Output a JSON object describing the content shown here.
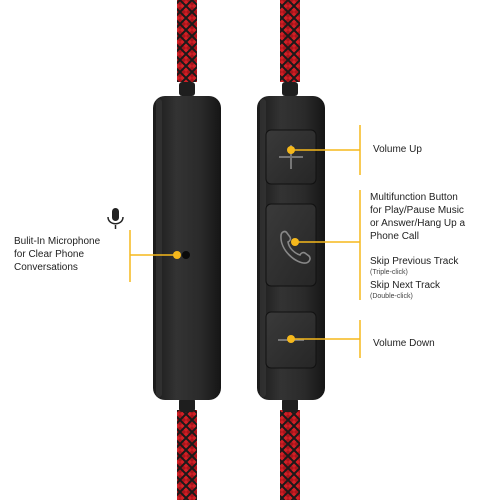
{
  "accent_color": "#f5b81c",
  "cable_colors": [
    "#c4161c",
    "#1a1a1a"
  ],
  "remote_color": "#232323",
  "labels": {
    "volume_up": "Volume Up",
    "multifunction": [
      "Multifunction Button",
      "for Play/Pause Music",
      "or Answer/Hang Up a",
      "Phone Call"
    ],
    "skip_previous": "Skip Previous Track",
    "skip_previous_hint": "(Triple-click)",
    "skip_next": "Skip Next Track",
    "skip_next_hint": "(Double-click)",
    "volume_down": "Volume Down",
    "microphone": [
      "Bulit-In Microphone",
      "for Clear Phone",
      "Conversations"
    ]
  },
  "icons": {
    "plus": "plus-icon",
    "phone": "phone-icon",
    "minus": "minus-icon",
    "mic": "microphone-icon"
  }
}
